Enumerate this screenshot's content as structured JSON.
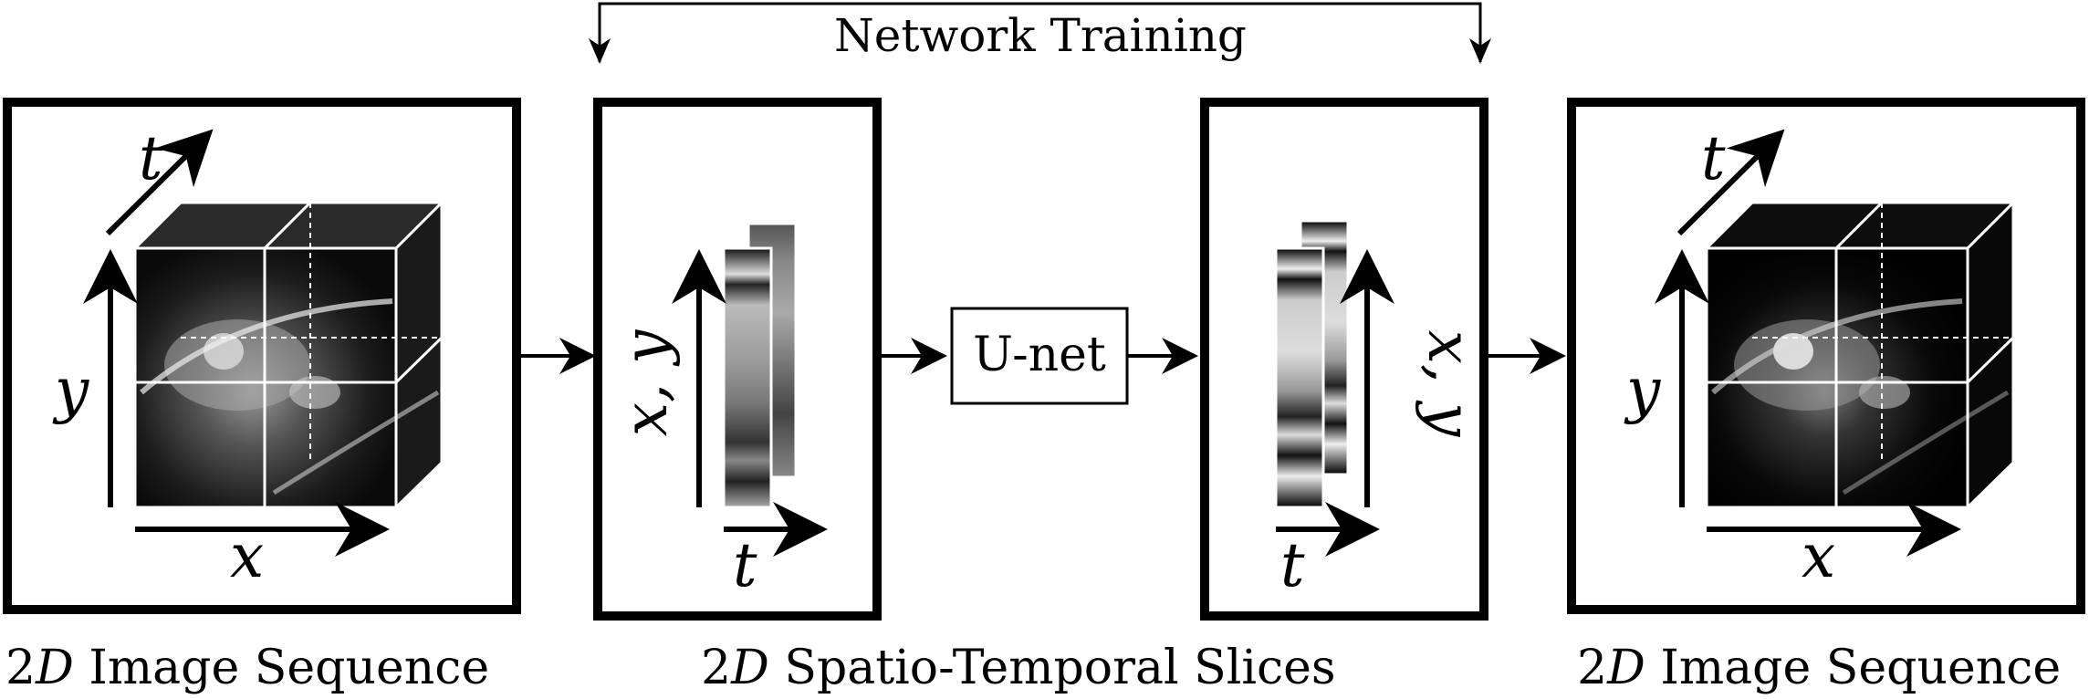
{
  "top_label": "Network Training",
  "network_block": "U-net",
  "axes": {
    "x": "x",
    "y": "y",
    "t": "t",
    "xy": "x, y"
  },
  "captions": {
    "left": {
      "prefix": "2",
      "italic": "D",
      "suffix": " Image Sequence"
    },
    "center": {
      "prefix": "2",
      "italic": "D",
      "suffix": " Spatio-Temporal Slices"
    },
    "right": {
      "prefix": "2",
      "italic": "D",
      "suffix": " Image Sequence"
    }
  }
}
